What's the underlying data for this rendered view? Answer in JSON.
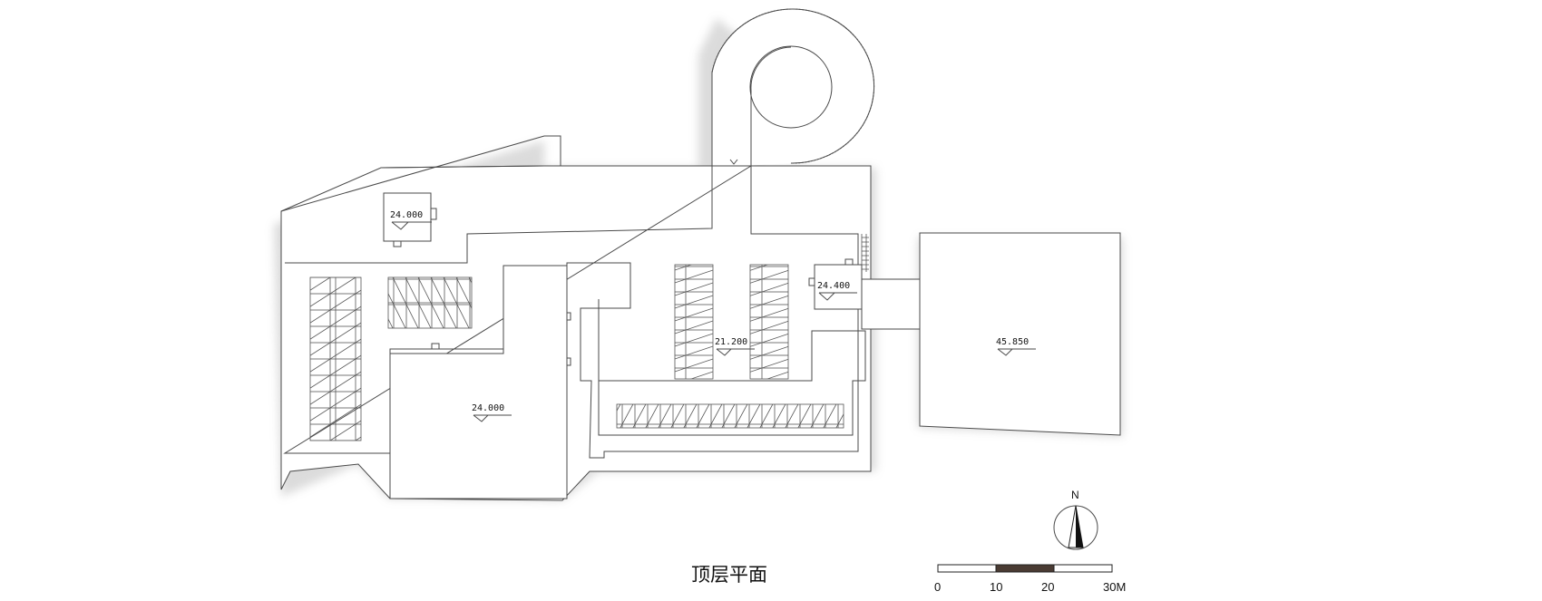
{
  "drawing": {
    "title": "顶层平面",
    "elevations": {
      "upper_left_stair": "24.000",
      "right_stair": "24.400",
      "central_deck": "21.200",
      "east_block": "45.850",
      "south_block": "24.000"
    },
    "north_label": "N",
    "scale_bar": {
      "labels": [
        "0",
        "10",
        "20",
        "30M"
      ],
      "segments": 3,
      "unit": "M"
    }
  }
}
